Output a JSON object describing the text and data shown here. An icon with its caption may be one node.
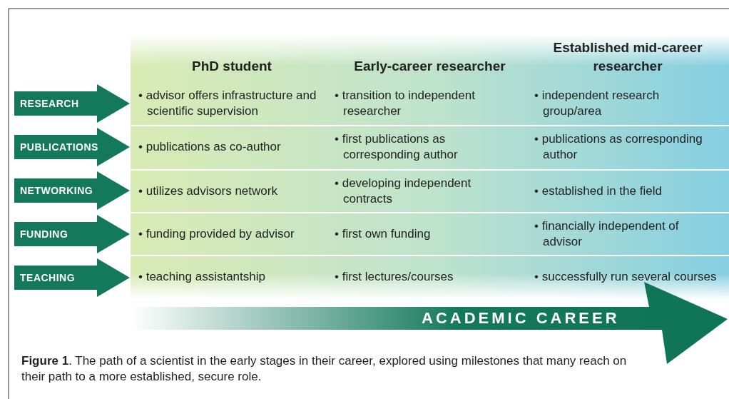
{
  "diagram": {
    "caption": "**Figure 1**. The path of a scientist in the early stages in their career, explored using milestones that many reach on their path to a more established, secure role.",
    "nodes": [
      {
        "text": [
          "RESEARCH"
        ]
      },
      {
        "text": [
          "PUBLICATIONS"
        ]
      },
      {
        "text": [
          "NETWORKING"
        ]
      },
      {
        "text": [
          "FUNDING"
        ]
      },
      {
        "text": [
          "TEACHING"
        ]
      },
      {
        "text": [
          "ACADEMIC CAREER"
        ]
      }
    ],
    "labels": [
      "PhD student",
      "Early-career researcher",
      "Established mid-career researcher",
      "• advisor offers infrastructure and scientific supervision",
      "• transition to independent researcher",
      "• independent research group/area",
      "• publications as co-author",
      "• first publications as corresponding author",
      "• publications as corresponding author",
      "• utilizes advisors network",
      "• developing independent contracts",
      "• established in the field",
      "• funding provided by advisor",
      "• first own funding",
      "• financially independent of advisor",
      "• teaching assistantship",
      "• first lectures/courses",
      "• successfully run several courses"
    ]
  }
}
